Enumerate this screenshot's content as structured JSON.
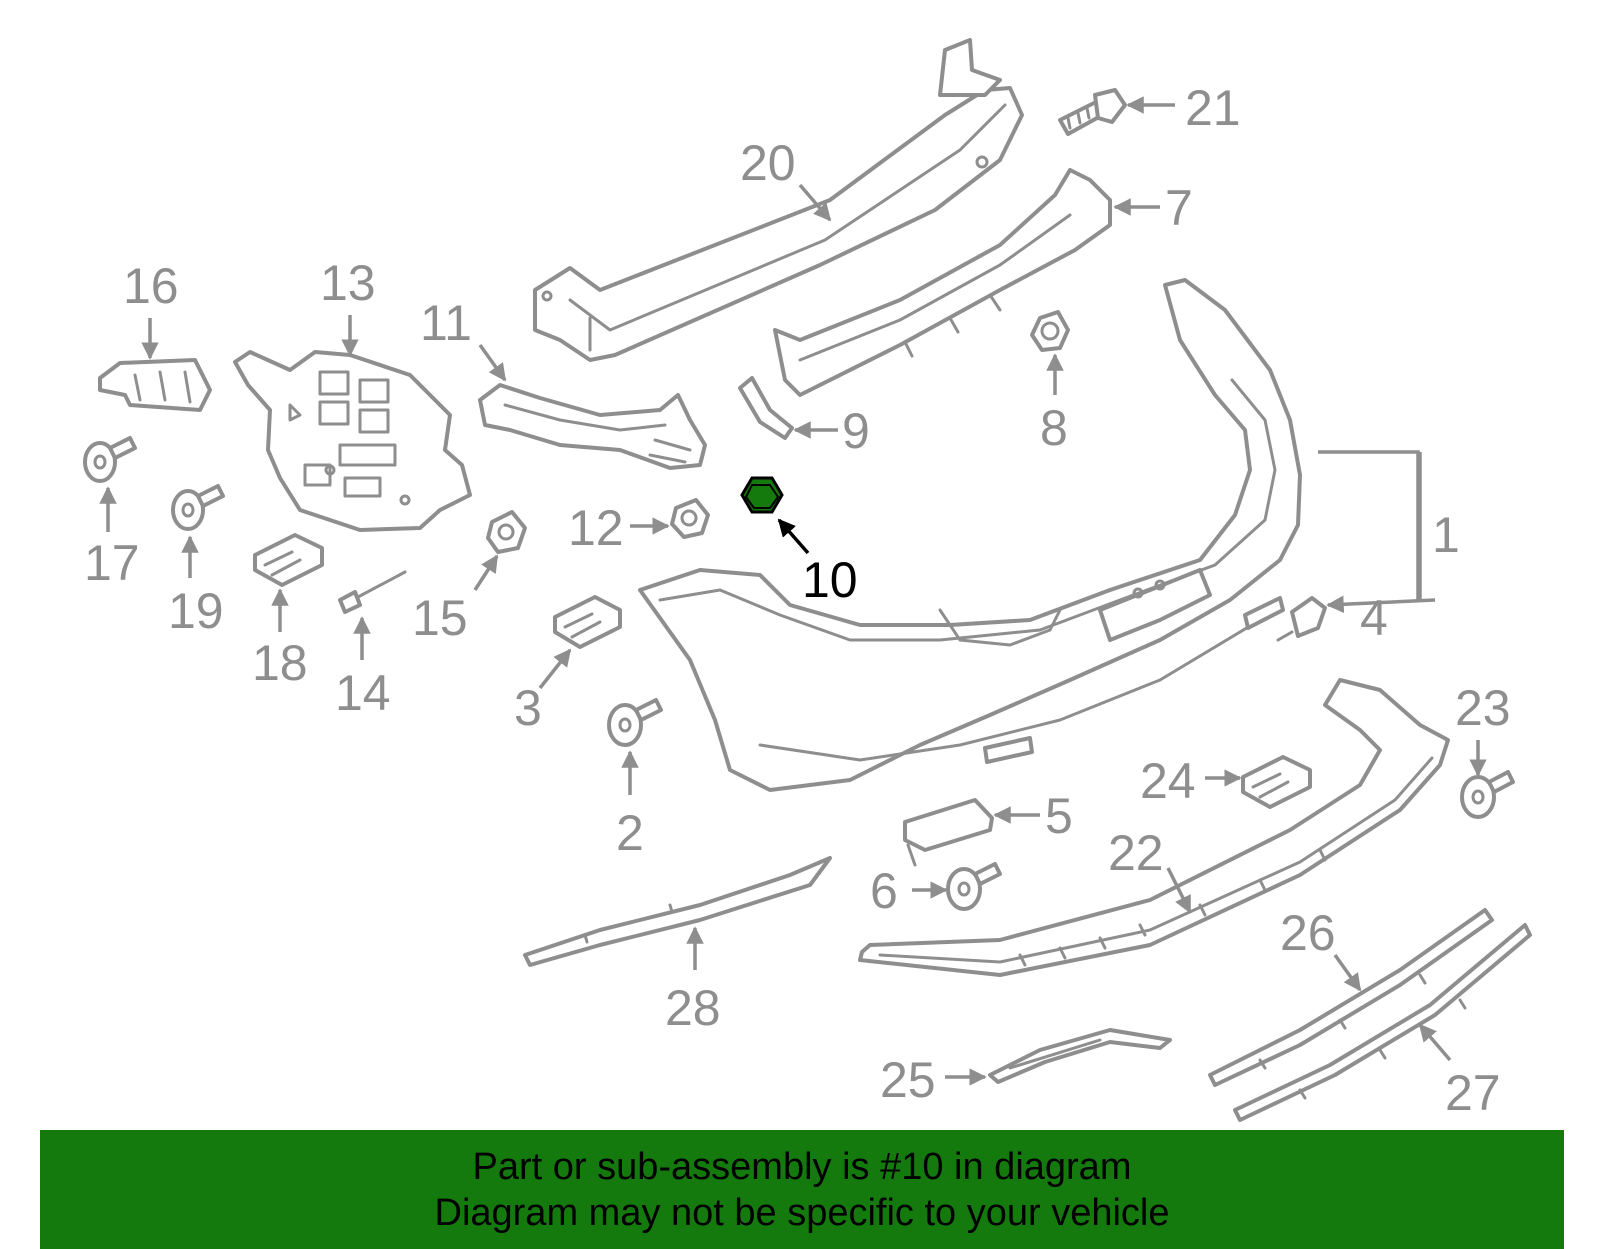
{
  "diagram": {
    "highlighted_part": "10",
    "highlight_color": "#157a0e",
    "line_color": "#8e8e8e",
    "callouts": {
      "c1": "1",
      "c2": "2",
      "c3": "3",
      "c4": "4",
      "c5": "5",
      "c6": "6",
      "c7": "7",
      "c8": "8",
      "c9": "9",
      "c10": "10",
      "c11": "11",
      "c12": "12",
      "c13": "13",
      "c14": "14",
      "c15": "15",
      "c16": "16",
      "c17": "17",
      "c18": "18",
      "c19": "19",
      "c20": "20",
      "c21": "21",
      "c22": "22",
      "c23": "23",
      "c24": "24",
      "c25": "25",
      "c26": "26",
      "c27": "27",
      "c28": "28"
    }
  },
  "banner": {
    "line1": "Part or sub-assembly is #10 in diagram",
    "line2": "Diagram may not be specific to your vehicle",
    "background": "#157a0e"
  }
}
